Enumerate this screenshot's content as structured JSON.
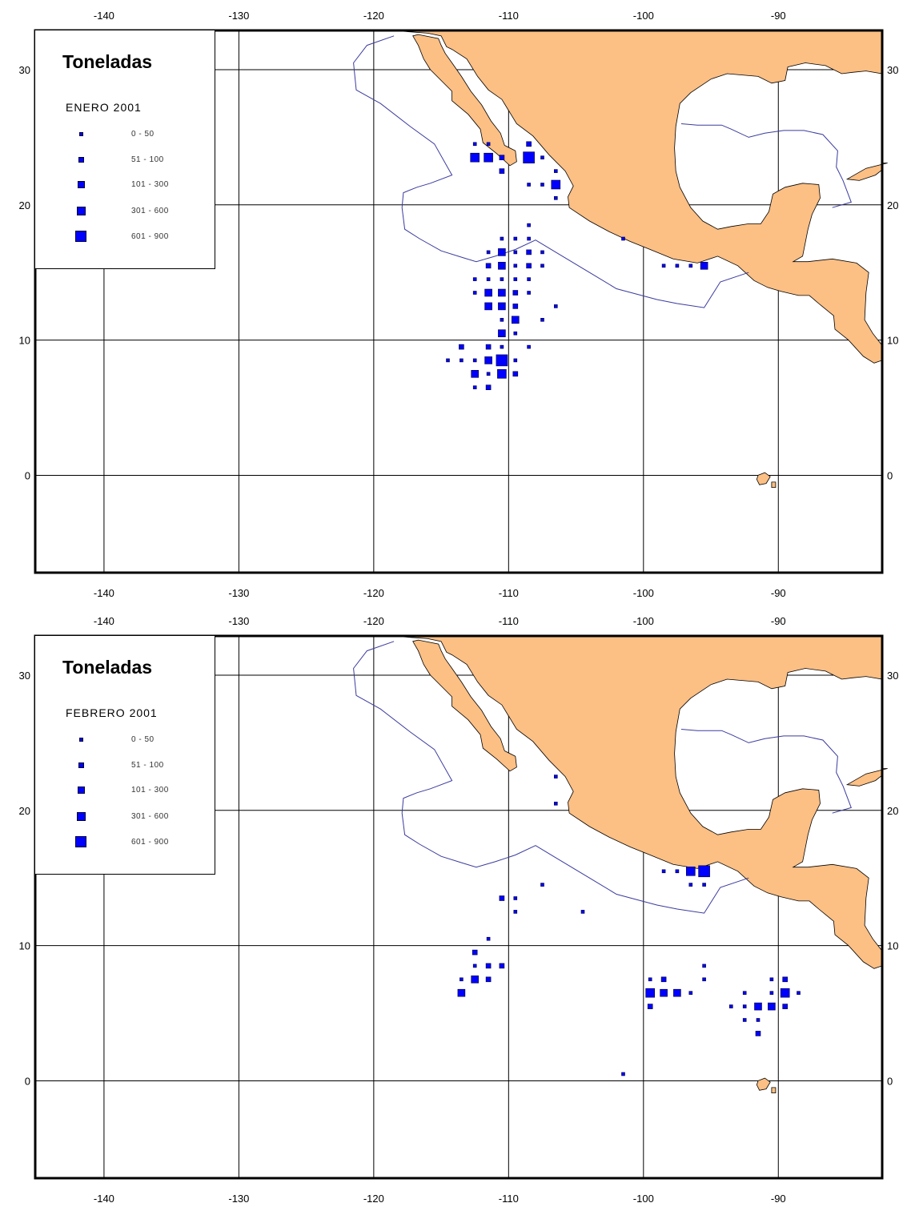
{
  "colors": {
    "land": "#fcbf84",
    "catch": "#0000ff",
    "eez_line": "#3b3b9f",
    "frame": "#000000",
    "grid": "#000000"
  },
  "axes": {
    "x_ticks": [
      -140,
      -130,
      -120,
      -110,
      -100,
      -90
    ],
    "y_ticks": [
      30,
      20,
      10,
      0
    ],
    "x_range": [
      -145.1,
      -82.3
    ],
    "y_range": [
      -7.2,
      32.9
    ],
    "grid": true
  },
  "chart_data": [
    {
      "type": "scatter",
      "title": "Toneladas",
      "subtitle": "ENERO 2001",
      "legend_placement": "top-left",
      "legend": [
        "0 - 50",
        "51 - 100",
        "101 - 300",
        "301 - 600",
        "601 - 900"
      ],
      "points": [
        [
          -112.5,
          24.5,
          0
        ],
        [
          -111.5,
          24.5,
          0
        ],
        [
          -108.5,
          24.5,
          1
        ],
        [
          -112.5,
          23.5,
          3
        ],
        [
          -111.5,
          23.5,
          3
        ],
        [
          -110.5,
          23.5,
          1
        ],
        [
          -108.5,
          23.5,
          4
        ],
        [
          -107.5,
          23.5,
          0
        ],
        [
          -110.5,
          22.5,
          1
        ],
        [
          -106.5,
          22.5,
          0
        ],
        [
          -108.5,
          21.5,
          0
        ],
        [
          -107.5,
          21.5,
          0
        ],
        [
          -106.5,
          21.5,
          3
        ],
        [
          -106.5,
          20.5,
          0
        ],
        [
          -108.5,
          18.5,
          0
        ],
        [
          -110.5,
          17.5,
          0
        ],
        [
          -109.5,
          17.5,
          0
        ],
        [
          -108.5,
          17.5,
          0
        ],
        [
          -101.5,
          17.5,
          0
        ],
        [
          -111.5,
          16.5,
          0
        ],
        [
          -110.5,
          16.5,
          2
        ],
        [
          -109.5,
          16.5,
          0
        ],
        [
          -108.5,
          16.5,
          1
        ],
        [
          -107.5,
          16.5,
          0
        ],
        [
          -111.5,
          15.5,
          1
        ],
        [
          -110.5,
          15.5,
          2
        ],
        [
          -109.5,
          15.5,
          0
        ],
        [
          -108.5,
          15.5,
          1
        ],
        [
          -107.5,
          15.5,
          0
        ],
        [
          -98.5,
          15.5,
          0
        ],
        [
          -97.5,
          15.5,
          0
        ],
        [
          -96.5,
          15.5,
          0
        ],
        [
          -95.5,
          15.5,
          2
        ],
        [
          -112.5,
          14.5,
          0
        ],
        [
          -111.5,
          14.5,
          0
        ],
        [
          -110.5,
          14.5,
          0
        ],
        [
          -109.5,
          14.5,
          0
        ],
        [
          -108.5,
          14.5,
          0
        ],
        [
          -112.5,
          13.5,
          0
        ],
        [
          -111.5,
          13.5,
          2
        ],
        [
          -110.5,
          13.5,
          2
        ],
        [
          -109.5,
          13.5,
          1
        ],
        [
          -108.5,
          13.5,
          0
        ],
        [
          -111.5,
          12.5,
          2
        ],
        [
          -110.5,
          12.5,
          2
        ],
        [
          -109.5,
          12.5,
          1
        ],
        [
          -106.5,
          12.5,
          0
        ],
        [
          -110.5,
          11.5,
          0
        ],
        [
          -109.5,
          11.5,
          2
        ],
        [
          -107.5,
          11.5,
          0
        ],
        [
          -110.5,
          10.5,
          2
        ],
        [
          -109.5,
          10.5,
          0
        ],
        [
          -113.5,
          9.5,
          1
        ],
        [
          -111.5,
          9.5,
          1
        ],
        [
          -110.5,
          9.5,
          0
        ],
        [
          -108.5,
          9.5,
          0
        ],
        [
          -114.5,
          8.5,
          0
        ],
        [
          -113.5,
          8.5,
          0
        ],
        [
          -112.5,
          8.5,
          0
        ],
        [
          -111.5,
          8.5,
          2
        ],
        [
          -110.5,
          8.5,
          4
        ],
        [
          -109.5,
          8.5,
          0
        ],
        [
          -112.5,
          7.5,
          2
        ],
        [
          -111.5,
          7.5,
          0
        ],
        [
          -110.5,
          7.5,
          3
        ],
        [
          -109.5,
          7.5,
          1
        ],
        [
          -112.5,
          6.5,
          0
        ],
        [
          -111.5,
          6.5,
          1
        ]
      ]
    },
    {
      "type": "scatter",
      "title": "Toneladas",
      "subtitle": "FEBRERO 2001",
      "legend_placement": "top-left",
      "legend": [
        "0 - 50",
        "51 - 100",
        "101 - 300",
        "301 - 600",
        "601 - 900"
      ],
      "points": [
        [
          -106.5,
          22.5,
          0
        ],
        [
          -106.5,
          20.5,
          0
        ],
        [
          -98.5,
          15.5,
          0
        ],
        [
          -97.5,
          15.5,
          0
        ],
        [
          -96.5,
          15.5,
          3
        ],
        [
          -95.5,
          15.5,
          4
        ],
        [
          -96.5,
          14.5,
          0
        ],
        [
          -95.5,
          14.5,
          0
        ],
        [
          -107.5,
          14.5,
          0
        ],
        [
          -110.5,
          13.5,
          1
        ],
        [
          -109.5,
          13.5,
          0
        ],
        [
          -109.5,
          12.5,
          0
        ],
        [
          -104.5,
          12.5,
          0
        ],
        [
          -111.5,
          10.5,
          0
        ],
        [
          -112.5,
          9.5,
          1
        ],
        [
          -112.5,
          8.5,
          0
        ],
        [
          -111.5,
          8.5,
          1
        ],
        [
          -110.5,
          8.5,
          1
        ],
        [
          -95.5,
          8.5,
          0
        ],
        [
          -113.5,
          7.5,
          0
        ],
        [
          -112.5,
          7.5,
          2
        ],
        [
          -111.5,
          7.5,
          1
        ],
        [
          -99.5,
          7.5,
          0
        ],
        [
          -98.5,
          7.5,
          1
        ],
        [
          -95.5,
          7.5,
          0
        ],
        [
          -90.5,
          7.5,
          0
        ],
        [
          -89.5,
          7.5,
          1
        ],
        [
          -113.5,
          6.5,
          2
        ],
        [
          -99.5,
          6.5,
          3
        ],
        [
          -98.5,
          6.5,
          2
        ],
        [
          -97.5,
          6.5,
          2
        ],
        [
          -96.5,
          6.5,
          0
        ],
        [
          -92.5,
          6.5,
          0
        ],
        [
          -90.5,
          6.5,
          0
        ],
        [
          -89.5,
          6.5,
          3
        ],
        [
          -88.5,
          6.5,
          0
        ],
        [
          -99.5,
          5.5,
          1
        ],
        [
          -93.5,
          5.5,
          0
        ],
        [
          -92.5,
          5.5,
          0
        ],
        [
          -91.5,
          5.5,
          2
        ],
        [
          -90.5,
          5.5,
          2
        ],
        [
          -89.5,
          5.5,
          1
        ],
        [
          -92.5,
          4.5,
          0
        ],
        [
          -91.5,
          4.5,
          0
        ],
        [
          -91.5,
          3.5,
          1
        ],
        [
          -101.5,
          0.5,
          0
        ]
      ]
    }
  ]
}
